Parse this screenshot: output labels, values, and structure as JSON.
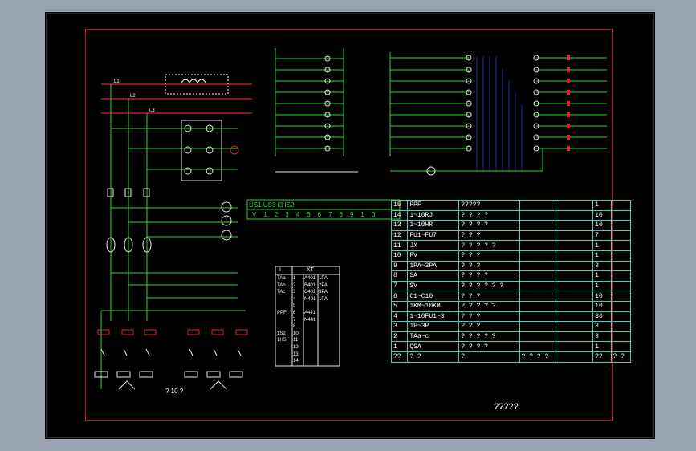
{
  "drawing": {
    "title_block_text": "?????",
    "bottom_note": "? 10 ?",
    "colors": {
      "background": "#000000",
      "frame": "#c8141e",
      "wire": "#2bd82b",
      "component": "#e8e8e8",
      "label": "#e0242c",
      "table_line": "#38d6c0",
      "matrix": "#2a2ad8"
    },
    "terminal_strip": {
      "header": [
        "US1",
        "US3",
        "I3",
        "IS2"
      ],
      "numbers": [
        "V",
        "1",
        "2",
        "3",
        "4",
        "5",
        "6",
        "7",
        "8",
        "9",
        "10"
      ]
    },
    "xt_table": {
      "header": [
        "I",
        "XT"
      ],
      "rows": [
        [
          "TAa",
          "1",
          "A401",
          "1PA"
        ],
        [
          "TAb",
          "2",
          "B401",
          "2PA"
        ],
        [
          "TAc",
          "3",
          "C401",
          "3PA"
        ],
        [
          "",
          "4",
          "N401",
          "1PA"
        ],
        [
          "",
          "5",
          "",
          ""
        ],
        [
          "PPF",
          "6",
          "A441",
          ""
        ],
        [
          "",
          "7",
          "N441",
          ""
        ],
        [
          "",
          "8",
          "",
          ""
        ],
        [
          "1S2",
          "10",
          "",
          ""
        ],
        [
          "1HS",
          "11",
          "",
          ""
        ],
        [
          "",
          "12",
          "",
          ""
        ],
        [
          "",
          "13",
          "",
          ""
        ],
        [
          "",
          "14",
          "",
          ""
        ]
      ]
    },
    "parts_list": [
      {
        "no": "15",
        "name": "PPF",
        "desc": "?????",
        "qty": "1"
      },
      {
        "no": "14",
        "name": "1~10RJ",
        "desc": "? ? ? ?",
        "qty": "10"
      },
      {
        "no": "13",
        "name": "1~10HR",
        "desc": "? ? ? ?",
        "qty": "10"
      },
      {
        "no": "12",
        "name": "FU1~FU7",
        "desc": "? ? ?",
        "qty": "7"
      },
      {
        "no": "11",
        "name": "JX",
        "desc": "? ? ? ? ?",
        "qty": "1"
      },
      {
        "no": "10",
        "name": "PV",
        "desc": "? ? ?",
        "qty": "1"
      },
      {
        "no": "9",
        "name": "1PA~3PA",
        "desc": "? ? ?",
        "qty": "3"
      },
      {
        "no": "8",
        "name": "SA",
        "desc": "? ? ? ?",
        "qty": "1"
      },
      {
        "no": "7",
        "name": "SV",
        "desc": "? ? ? ? ? ?",
        "qty": "1"
      },
      {
        "no": "6",
        "name": "C1~C10",
        "desc": "? ? ?",
        "qty": "10"
      },
      {
        "no": "5",
        "name": "1KM~10KM",
        "desc": "? ? ? ? ?",
        "qty": "10"
      },
      {
        "no": "4",
        "name": "1~10FU1~3",
        "desc": "? ? ?",
        "qty": "30"
      },
      {
        "no": "3",
        "name": "1P~3P",
        "desc": "? ? ?",
        "qty": "3"
      },
      {
        "no": "2",
        "name": "TAa~c",
        "desc": "? ? ? ? ?",
        "qty": "3"
      },
      {
        "no": "1",
        "name": "QSA",
        "desc": "? ? ? ?",
        "qty": "1"
      }
    ],
    "parts_footer": {
      "no": "??",
      "name": "?  ?",
      "desc": "?",
      "extra": "? ? ? ?",
      "qty": "??",
      "unit": "? ?"
    }
  }
}
